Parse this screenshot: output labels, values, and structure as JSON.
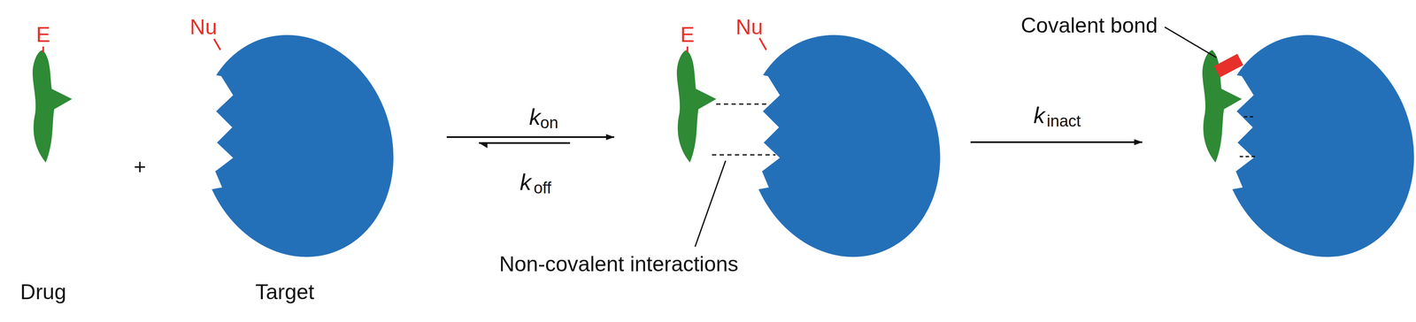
{
  "diagram": {
    "labels": [
      "E",
      "Nu",
      "+",
      "k",
      "on",
      "k",
      "off",
      "E",
      "Nu",
      "Non-covalent interactions",
      "k",
      "inact",
      "Covalent bond",
      "Drug",
      "Target"
    ]
  }
}
